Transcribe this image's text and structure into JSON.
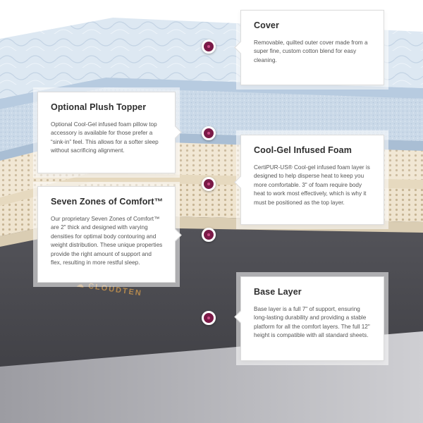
{
  "colors": {
    "accent": "#7a1a47",
    "cover": "#dbe6f0",
    "foam": "#f1e7d3",
    "base": "#4a4a4f",
    "brand": "#b3884e"
  },
  "brand": {
    "logo_icon": "cloud-logo-icon",
    "name": "CLOUDTEN"
  },
  "layers": {
    "cover": {
      "title": "Cover",
      "body": "Removable, quilted outer cover made from a super fine, custom cotton blend for easy cleaning."
    },
    "plush_topper": {
      "title": "Optional Plush Topper",
      "body": "Optional Cool-Gel infused foam pillow top accessory is available for those prefer a “sink-in” feel. This allows for a softer sleep without sacrificing alignment."
    },
    "cool_gel": {
      "title": "Cool-Gel Infused Foam",
      "body": "CertiPUR-US® Cool-gel infused foam layer is designed to help disperse heat to keep you more comfortable. 3\" of foam require body heat to work most effectively, which is why it must be positioned as the top layer."
    },
    "seven_zones": {
      "title": "Seven Zones of Comfort™",
      "body": "Our proprietary Seven Zones of Comfort™ are 2\" thick and designed with varying densities for optimal body contouring and weight distribution. These unique properties provide the right amount of support and flex, resulting in more restful sleep."
    },
    "base": {
      "title": "Base Layer",
      "body": "Base layer is a full 7\" of support, ensuring long-lasting durability and providing a stable platform for all the comfort layers. The full 12\" height is compatible with all standard sheets."
    }
  }
}
